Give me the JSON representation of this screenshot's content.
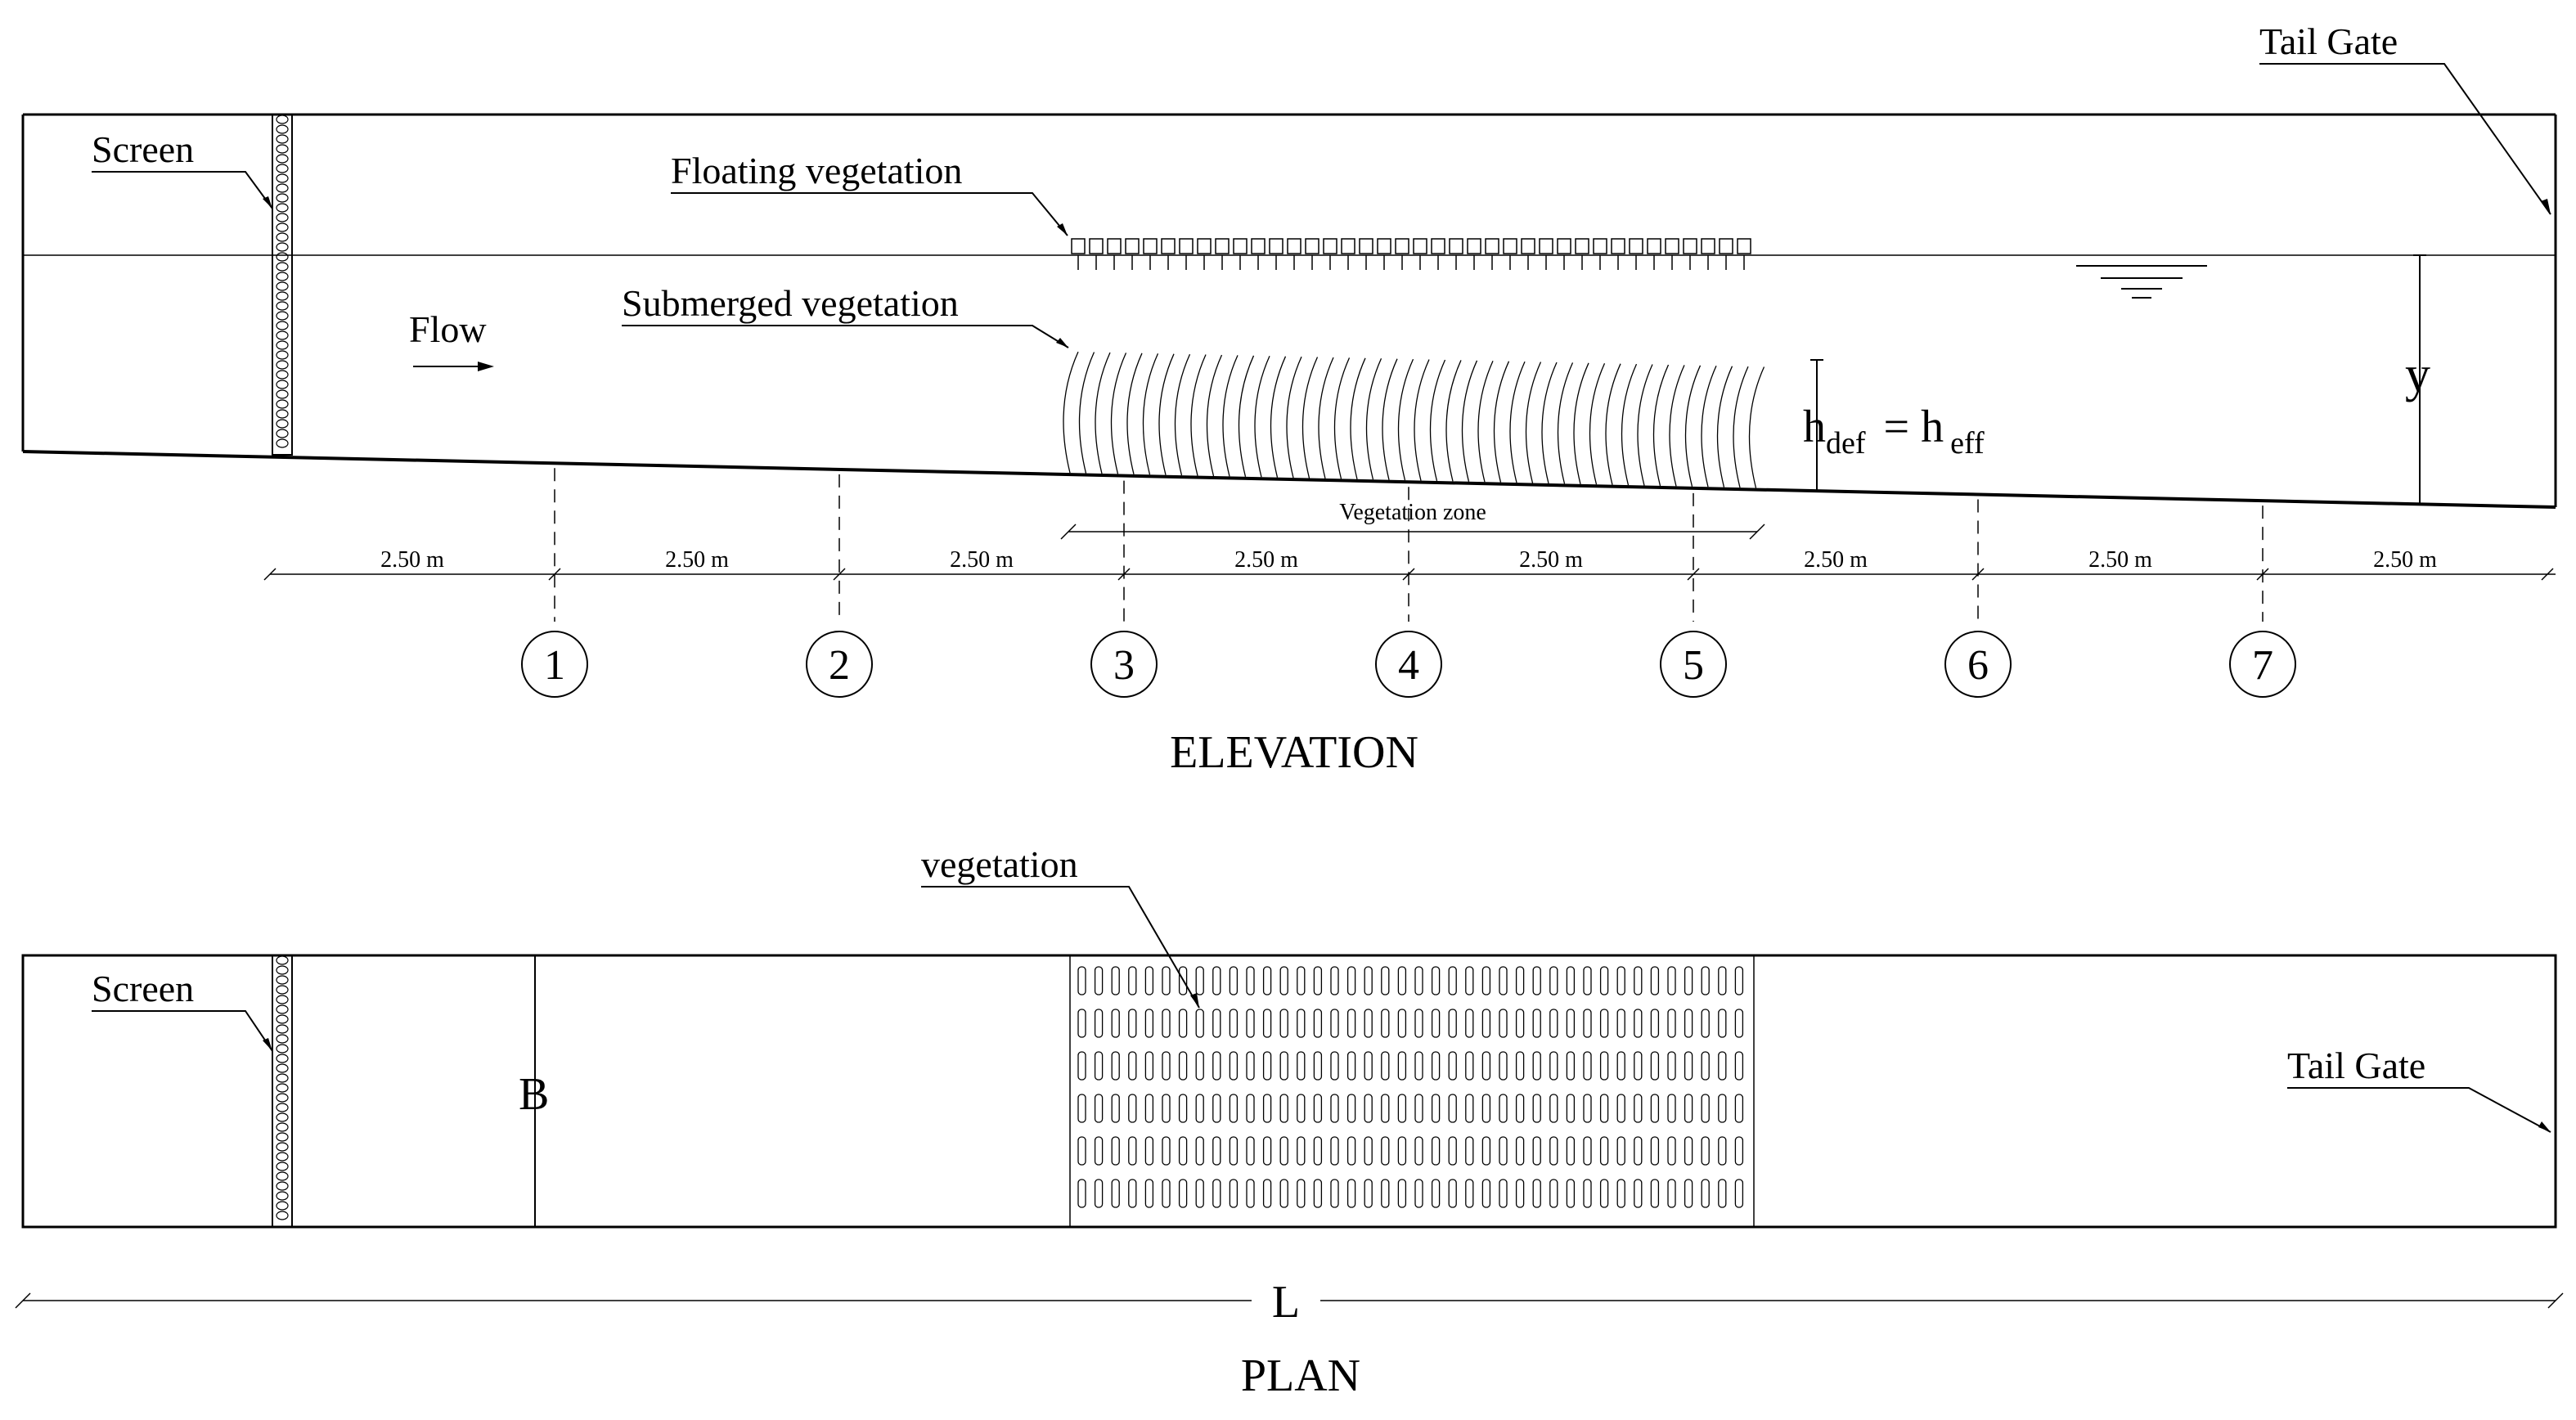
{
  "elevation": {
    "title": "ELEVATION",
    "labels": {
      "tail_gate": "Tail Gate",
      "screen": "Screen",
      "floating_vegetation": "Floating vegetation",
      "submerged_vegetation": "Submerged vegetation",
      "flow": "Flow",
      "depth_symbol": "y",
      "h_def": "h",
      "h_def_sub": "def",
      "equals_h": "= h",
      "h_eff_sub": "eff",
      "vegetation_zone": "Vegetation zone"
    },
    "spacing_label": "2.50 m",
    "spacing_count": 8,
    "sections": [
      "1",
      "2",
      "3",
      "4",
      "5",
      "6",
      "7"
    ]
  },
  "plan": {
    "title": "PLAN",
    "labels": {
      "screen": "Screen",
      "vegetation": "vegetation",
      "tail_gate": "Tail Gate",
      "width_symbol": "B",
      "length_symbol": "L"
    }
  }
}
